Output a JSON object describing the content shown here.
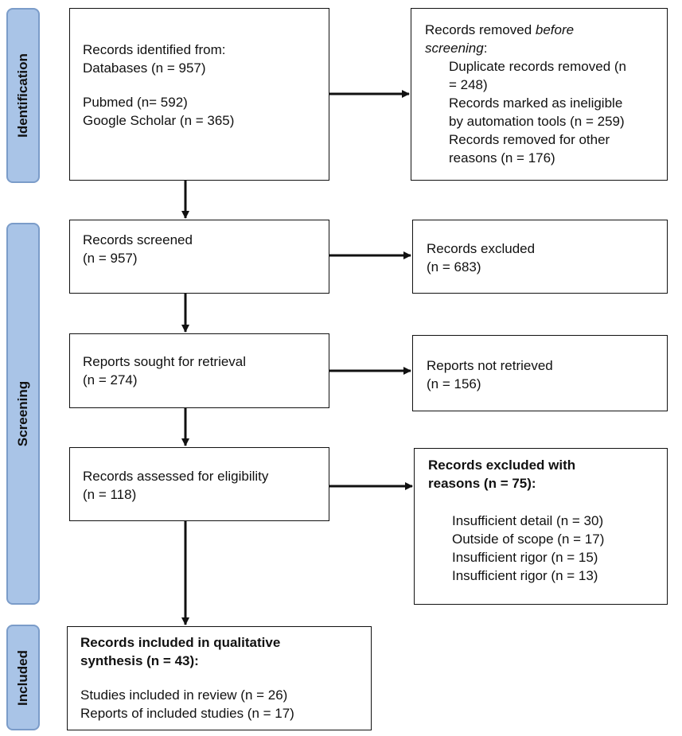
{
  "phases": {
    "identification": "Identification",
    "screening": "Screening",
    "included": "Included"
  },
  "boxes": {
    "identified": {
      "line1": "Records identified from:",
      "line2": "Databases (n = 957)",
      "line3": "Pubmed (n= 592)",
      "line4": "Google Scholar (n = 365)"
    },
    "removed": {
      "title_a": "Records removed ",
      "title_b": "before",
      "title_c": "screening",
      "title_d": ":",
      "dup1": "Duplicate records removed (n",
      "dup2": "= 248)",
      "inel1": "Records marked as ineligible",
      "inel2": "by automation tools (n = 259)",
      "other1": "Records removed for other",
      "other2": "reasons (n = 176)"
    },
    "screened": {
      "line1": "Records screened",
      "line2": "(n = 957)"
    },
    "excluded": {
      "line1": "Records excluded",
      "line2": "(n = 683)"
    },
    "sought": {
      "line1": "Reports sought for retrieval",
      "line2": "(n = 274)"
    },
    "not_retrieved": {
      "line1": "Reports not retrieved",
      "line2": "(n = 156)"
    },
    "assessed": {
      "line1": "Records assessed for eligibility",
      "line2": "(n = 118)"
    },
    "excluded_reasons": {
      "title1": "Records excluded with",
      "title2": "reasons (n = 75):",
      "r1": "Insufficient detail (n = 30)",
      "r2": "Outside of scope (n = 17)",
      "r3": "Insufficient rigor (n = 15)",
      "r4": "Insufficient rigor (n = 13)"
    },
    "included": {
      "title1": "Records included in qualitative",
      "title2": "synthesis (n = 43):",
      "l1": "Studies included in review (n = 26)",
      "l2": "Reports of included studies (n = 17)"
    }
  }
}
